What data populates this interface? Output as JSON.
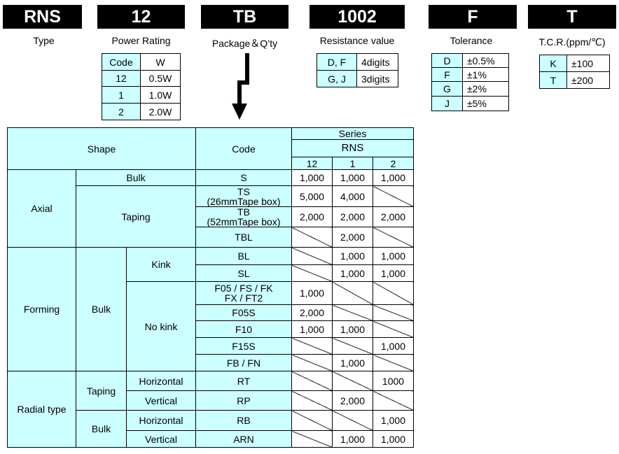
{
  "codes": [
    {
      "code": "RNS",
      "label": "Type"
    },
    {
      "code": "12",
      "label": "Power Rating"
    },
    {
      "code": "TB",
      "label": "Package＆Q’ty"
    },
    {
      "code": "1002",
      "label": "Resistance value"
    },
    {
      "code": "F",
      "label": "Tolerance"
    },
    {
      "code": "T",
      "label": "T.C.R.(ppm/℃)"
    }
  ],
  "power": {
    "header": {
      "code": "Code",
      "value": "W"
    },
    "rows": [
      {
        "code": "12",
        "value": "0.5W"
      },
      {
        "code": "1",
        "value": "1.0W"
      },
      {
        "code": "2",
        "value": "2.0W"
      }
    ]
  },
  "resistance": {
    "rows": [
      {
        "code": "D, F",
        "value": "4digits"
      },
      {
        "code": "G, J",
        "value": "3digits"
      }
    ]
  },
  "tolerance": {
    "rows": [
      {
        "code": "D",
        "value": "±0.5%"
      },
      {
        "code": "F",
        "value": "±1%"
      },
      {
        "code": "G",
        "value": "±2%"
      },
      {
        "code": "J",
        "value": "±5%"
      }
    ]
  },
  "tcr": {
    "rows": [
      {
        "code": "K",
        "value": "±100"
      },
      {
        "code": "T",
        "value": "±200"
      }
    ]
  },
  "main": {
    "shape": "Shape",
    "code": "Code",
    "series": "Series",
    "rns": "RNS",
    "cols": [
      "12",
      "1",
      "2"
    ],
    "axial": "Axial",
    "forming": "Forming",
    "radial": "Radial type",
    "bulk": "Bulk",
    "taping": "Taping",
    "kink": "Kink",
    "nokink": "No kink",
    "horizontal": "Horizontal",
    "vertical": "Vertical",
    "rows": {
      "S": {
        "code": "S",
        "v": [
          "1,000",
          "1,000",
          "1,000"
        ]
      },
      "TS": {
        "code1": "TS",
        "code2": "(26mmTape box)",
        "v": [
          "5,000",
          "4,000",
          ""
        ]
      },
      "TB": {
        "code1": "TB",
        "code2": "(52mmTape box)",
        "v": [
          "2,000",
          "2,000",
          "2,000"
        ]
      },
      "TBL": {
        "code": "TBL",
        "v": [
          "",
          "2,000",
          ""
        ]
      },
      "BL": {
        "code": "BL",
        "v": [
          "",
          "1,000",
          "1,000"
        ]
      },
      "SL": {
        "code": "SL",
        "v": [
          "",
          "1,000",
          "1,000"
        ]
      },
      "F05": {
        "code1": "F05 / FS / FK",
        "code2": "FX / FT2",
        "v": [
          "1,000",
          "",
          ""
        ]
      },
      "F05S": {
        "code": "F05S",
        "v": [
          "2,000",
          "",
          ""
        ]
      },
      "F10": {
        "code": "F10",
        "v": [
          "1,000",
          "1,000",
          ""
        ]
      },
      "F15S": {
        "code": "F15S",
        "v": [
          "",
          "",
          "1,000"
        ]
      },
      "FB": {
        "code": "FB / FN",
        "v": [
          "",
          "1,000",
          ""
        ]
      },
      "RT": {
        "code": "RT",
        "v": [
          "",
          "",
          "1000"
        ]
      },
      "RP": {
        "code": "RP",
        "v": [
          "",
          "2,000",
          ""
        ]
      },
      "RB": {
        "code": "RB",
        "v": [
          "",
          "",
          "1,000"
        ]
      },
      "ARN": {
        "code": "ARN",
        "v": [
          "",
          "1,000",
          "1,000"
        ]
      }
    }
  }
}
